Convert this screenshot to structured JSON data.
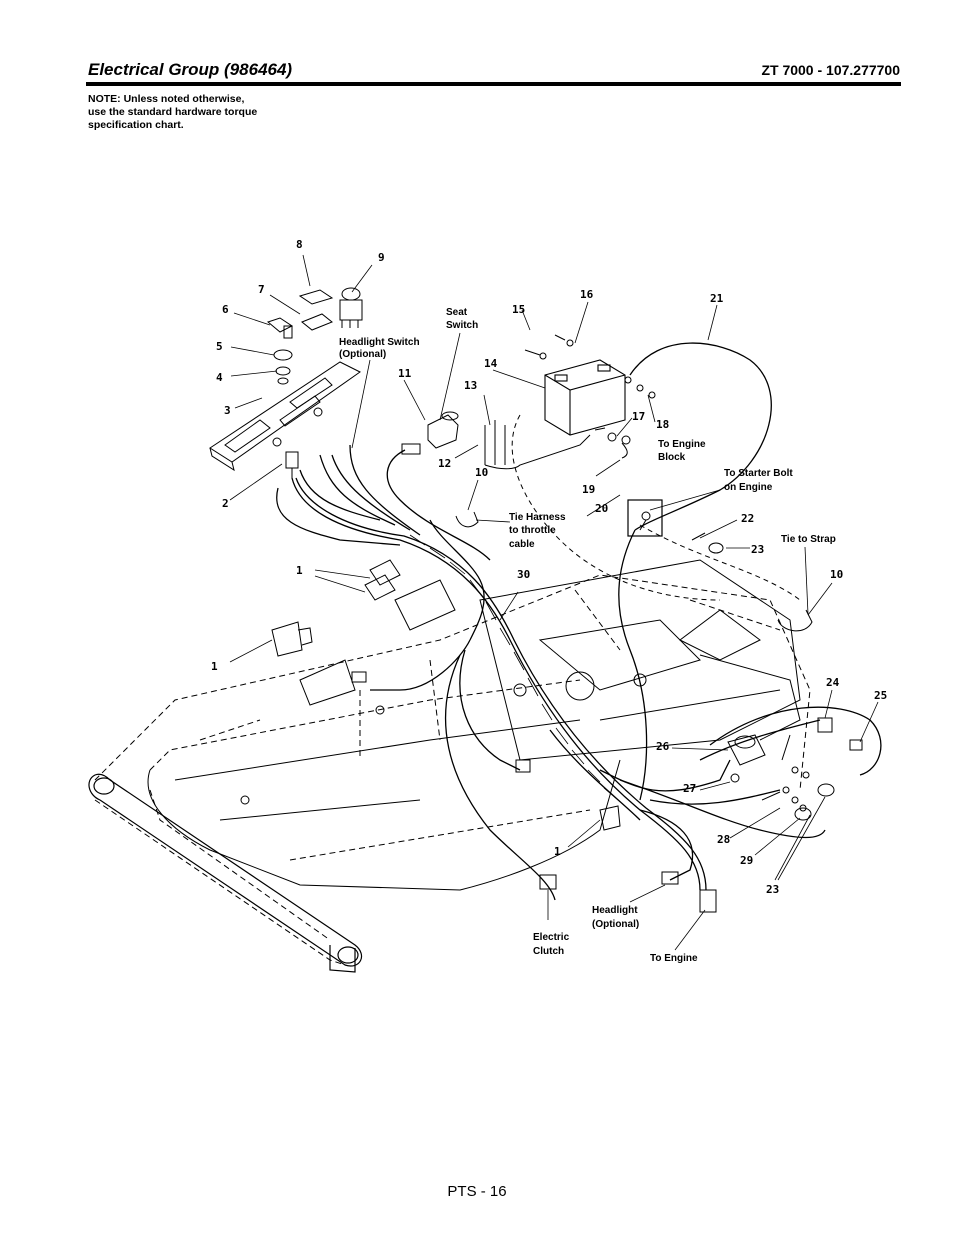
{
  "header": {
    "title": "Electrical Group (986464)",
    "model": "ZT 7000 - 107.277700"
  },
  "note": {
    "lines": [
      "NOTE: Unless noted otherwise,",
      "use the standard hardware torque",
      "specification chart."
    ]
  },
  "diagram": {
    "callouts": {
      "n1a": "1",
      "n1b": "1",
      "n1c": "1",
      "n2": "2",
      "n3": "3",
      "n4": "4",
      "n5": "5",
      "n6": "6",
      "n7": "7",
      "n8": "8",
      "n9": "9",
      "n10a": "10",
      "n10b": "10",
      "n11": "11",
      "n12": "12",
      "n13": "13",
      "n14": "14",
      "n15": "15",
      "n16": "16",
      "n17": "17",
      "n18": "18",
      "n19": "19",
      "n20": "20",
      "n21": "21",
      "n22": "22",
      "n23a": "23",
      "n23b": "23",
      "n24": "24",
      "n25": "25",
      "n26": "26",
      "n27": "27",
      "n28": "28",
      "n29": "29",
      "n30": "30"
    },
    "captions": {
      "headlight_switch": [
        "Headlight Switch",
        "(Optional)"
      ],
      "seat_switch": [
        "Seat",
        "Switch"
      ],
      "to_engine_block": [
        "To Engine",
        "Block"
      ],
      "to_starter_bolt": [
        "To Starter Bolt",
        "on Engine"
      ],
      "tie_to_strap": [
        "Tie to Strap"
      ],
      "tie_harness": [
        "Tie Harness",
        "to throttle",
        "cable"
      ],
      "headlight": [
        "Headlight",
        "(Optional)"
      ],
      "electric_clutch": [
        "Electric",
        "Clutch"
      ],
      "to_engine": [
        "To Engine"
      ]
    }
  },
  "footer": {
    "page": "PTS - 16"
  }
}
